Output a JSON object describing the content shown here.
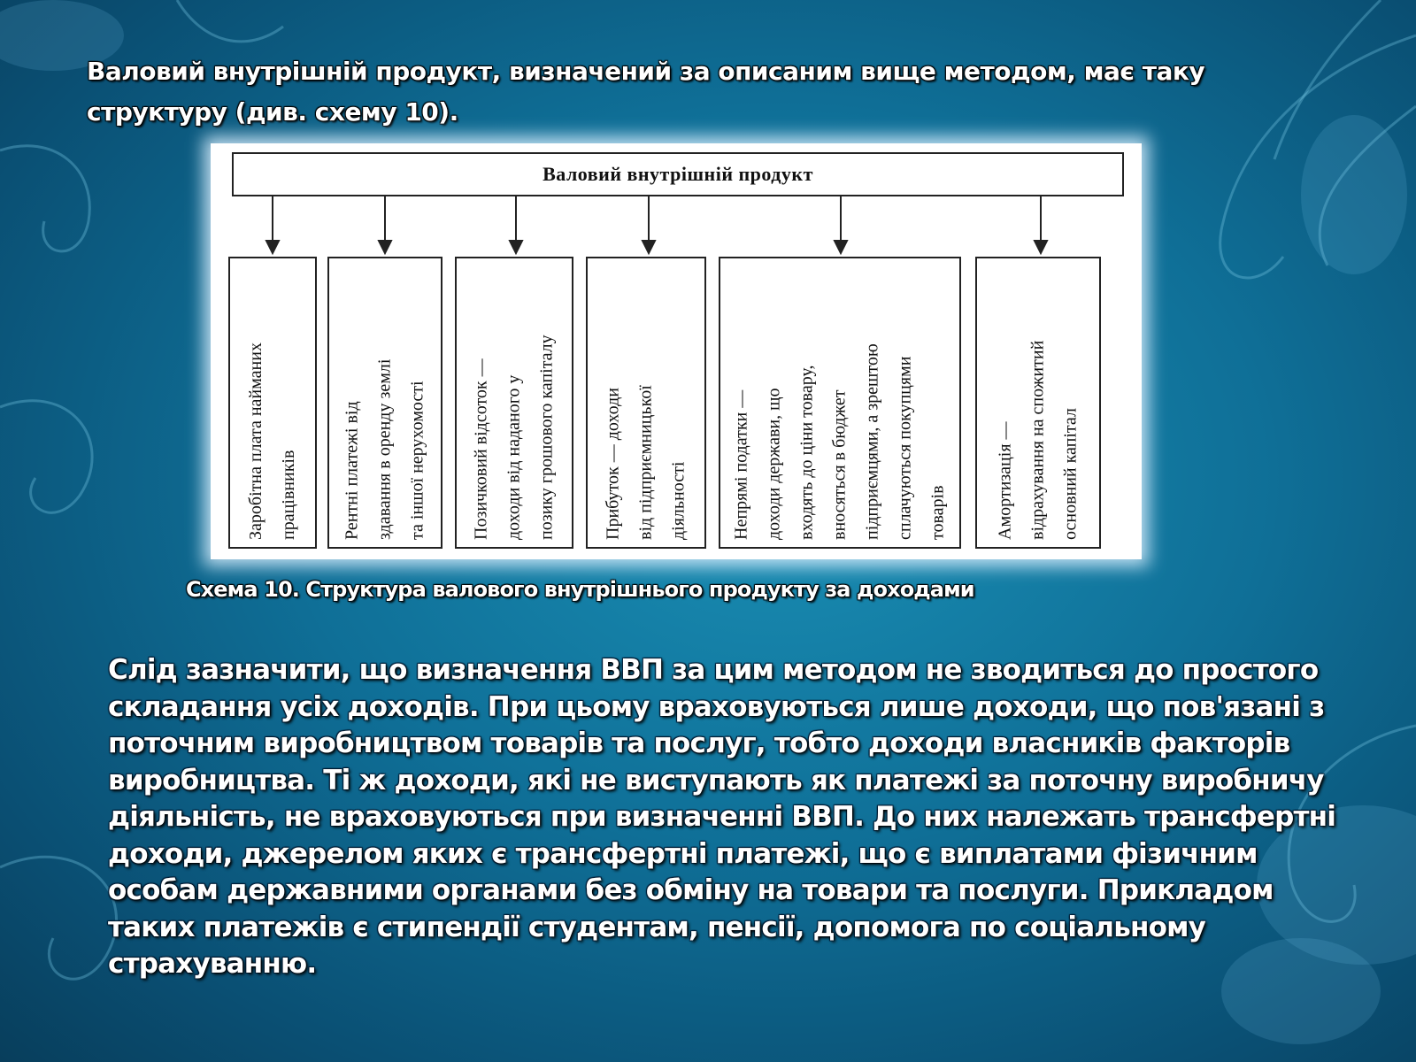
{
  "slide": {
    "heading": "Валовий внутрішній продукт, визначений за описаним вище методом, має таку структуру (див. схему 10).",
    "scheme": {
      "top_label": "Валовий внутрішній продукт",
      "boxes": [
        "Заробітна плата найманих\nпрацівників",
        "Рентні платежі від\nздавання в оренду землі\nта іншої нерухомості",
        "Позичковий відсоток —\nдоходи від наданого у\nпозику грошового капіталу",
        "Прибуток — доходи\nвід підприємницької\nдіяльності",
        "Непрямі податки —\nдоходи держави, що\nвходять до ціни товару,\nвносяться в бюджет\nпідприємцями, а зрештою\nсплачуються покупцями\nтоварів",
        "Амортизація —\nвідрахування на спожитий\nосновний капітал"
      ]
    },
    "caption": "Схема 10. Структура валового внутрішнього продукту за доходами",
    "body": "Слід зазначити, що визначення ВВП за цим методом не зводиться до простого складання усіх доходів. При цьому враховуються лише доходи, що пов'язані з поточним виробництвом товарів та послуг, тобто доходи власників факторів виробництва. Ті ж доходи, які не виступають як платежі за поточну виробничу діяльність, не враховуються при визначенні ВВП. До них належать трансфертні доходи, джерелом яких є трансфертні платежі, що є виплатами фізичним особам державними органами без обміну на товари та послуги. Прикладом таких платежів є стипендії студентам, пенсії, допомога по соціальному страхуванню."
  },
  "colors": {
    "background": "#0f6f97",
    "text": "#ffffff",
    "scheme_background": "#ffffff",
    "scheme_lines": "#222222"
  }
}
